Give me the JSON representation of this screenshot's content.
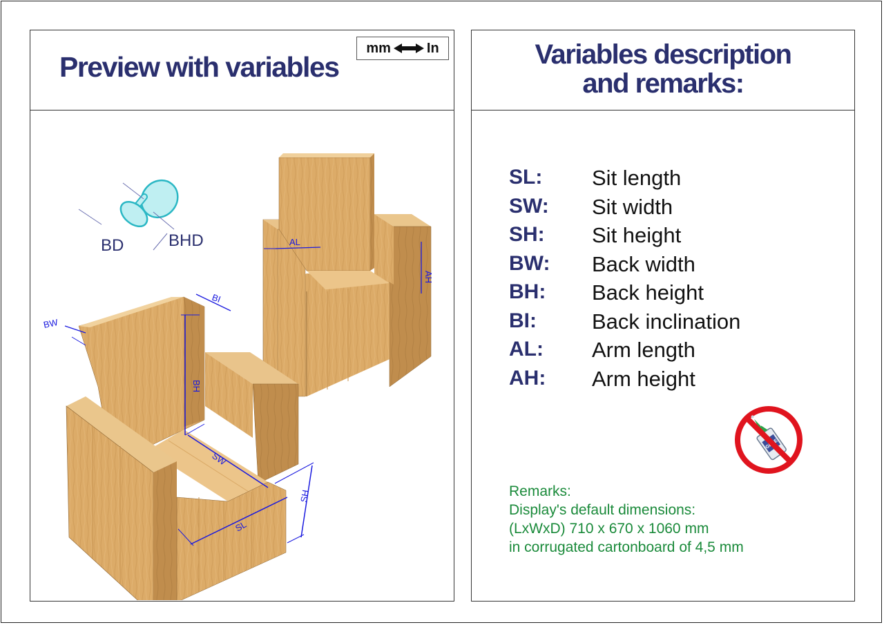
{
  "left_panel": {
    "title": "Preview with variables",
    "unit_toggle": {
      "left": "mm",
      "right": "In"
    },
    "labels": {
      "bd": "BD",
      "bhd": "BHD",
      "bw": "BW",
      "bi": "BI",
      "bh": "BH",
      "sw": "SW",
      "sl": "SL",
      "sh": "SH",
      "al": "AL",
      "ah": "AH"
    }
  },
  "right_panel": {
    "title_line1": "Variables description",
    "title_line2": "and remarks:",
    "variables": [
      {
        "code": "SL:",
        "desc": "Sit length"
      },
      {
        "code": "SW:",
        "desc": "Sit width"
      },
      {
        "code": "SH:",
        "desc": "Sit height"
      },
      {
        "code": "BW:",
        "desc": "Back width"
      },
      {
        "code": "BH:",
        "desc": "Back height"
      },
      {
        "code": "BI:",
        "desc": "Back inclination"
      },
      {
        "code": "AL:",
        "desc": "Arm length"
      },
      {
        "code": "AH:",
        "desc": "Arm height"
      }
    ],
    "no_glue_label": "GLUE",
    "remarks": [
      "Remarks:",
      "Display's default dimensions:",
      "(LxWxD) 710 x 670 x 1060 mm",
      "in corrugated cartonboard of 4,5 mm"
    ]
  },
  "colors": {
    "title": "#2a2f6e",
    "dimension": "#1a1adf",
    "remarks": "#1a8a3a",
    "wood_top": "#e8c084",
    "wood_front": "#d9a865",
    "wood_side": "#b98748",
    "no_sign": "#e0141e"
  }
}
